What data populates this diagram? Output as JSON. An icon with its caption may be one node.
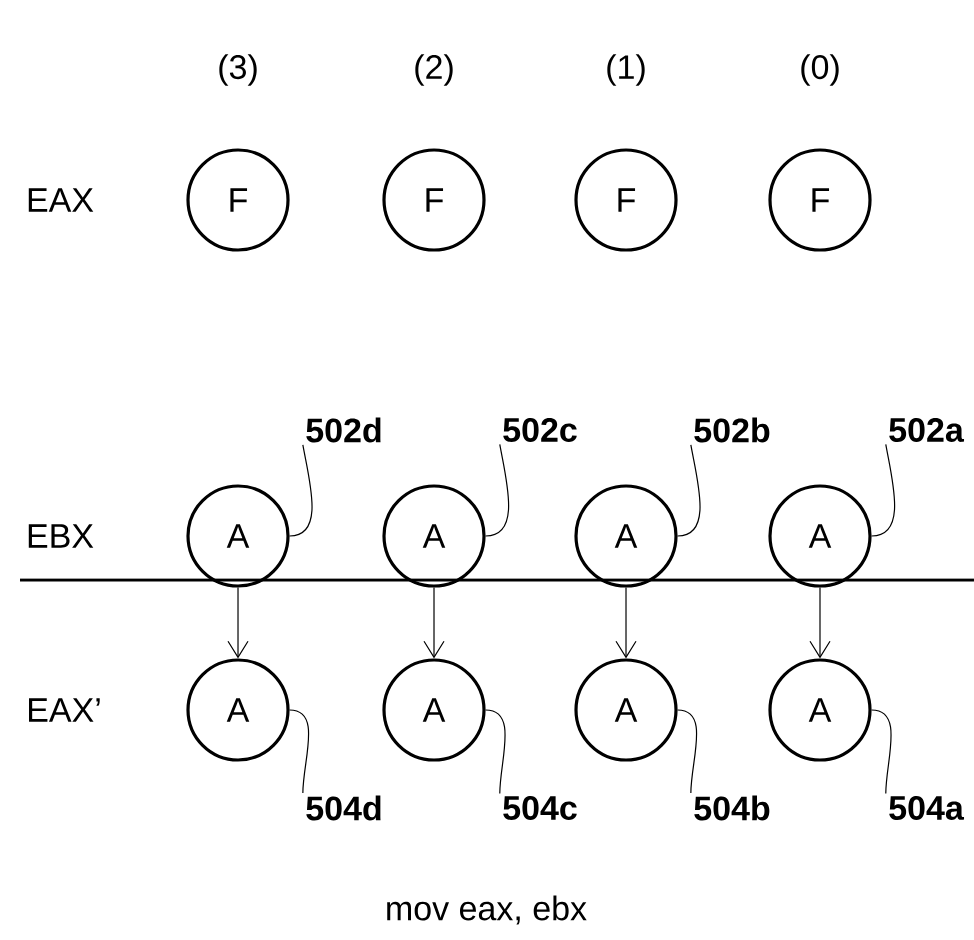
{
  "diagram": {
    "caption": "mov eax, ebx",
    "nodes": [
      {
        "text": [
          "F"
        ]
      },
      {
        "text": [
          "F"
        ]
      },
      {
        "text": [
          "F"
        ]
      },
      {
        "text": [
          "F"
        ]
      },
      {
        "text": [
          "A"
        ]
      },
      {
        "text": [
          "A"
        ]
      },
      {
        "text": [
          "A"
        ]
      },
      {
        "text": [
          "A"
        ]
      },
      {
        "text": [
          "502d"
        ]
      },
      {
        "text": [
          "502c"
        ]
      },
      {
        "text": [
          "502b"
        ]
      },
      {
        "text": [
          "502a"
        ]
      },
      {
        "text": [
          "A"
        ]
      },
      {
        "text": [
          "A"
        ]
      },
      {
        "text": [
          "A"
        ]
      },
      {
        "text": [
          "A"
        ]
      },
      {
        "text": [
          "504d"
        ]
      },
      {
        "text": [
          "504c"
        ]
      },
      {
        "text": [
          "504b"
        ]
      },
      {
        "text": [
          "504a"
        ]
      }
    ],
    "edges": [
      {
        "from": 4,
        "to": 12,
        "arrow": "to"
      },
      {
        "from": 5,
        "to": 13,
        "arrow": "to"
      },
      {
        "from": 6,
        "to": 14,
        "arrow": "to"
      },
      {
        "from": 7,
        "to": 15,
        "arrow": "to"
      },
      {
        "from": 8,
        "to": 4,
        "arrow": "none"
      },
      {
        "from": 9,
        "to": 5,
        "arrow": "none"
      },
      {
        "from": 10,
        "to": 6,
        "arrow": "none"
      },
      {
        "from": 11,
        "to": 7,
        "arrow": "none"
      },
      {
        "from": 16,
        "to": 12,
        "arrow": "none"
      },
      {
        "from": 17,
        "to": 13,
        "arrow": "none"
      },
      {
        "from": 18,
        "to": 14,
        "arrow": "none"
      },
      {
        "from": 19,
        "to": 15,
        "arrow": "none"
      }
    ],
    "labels": [
      "(3)",
      "(2)",
      "(1)",
      "(0)",
      "EAX",
      "EBX",
      "EAX’"
    ]
  }
}
